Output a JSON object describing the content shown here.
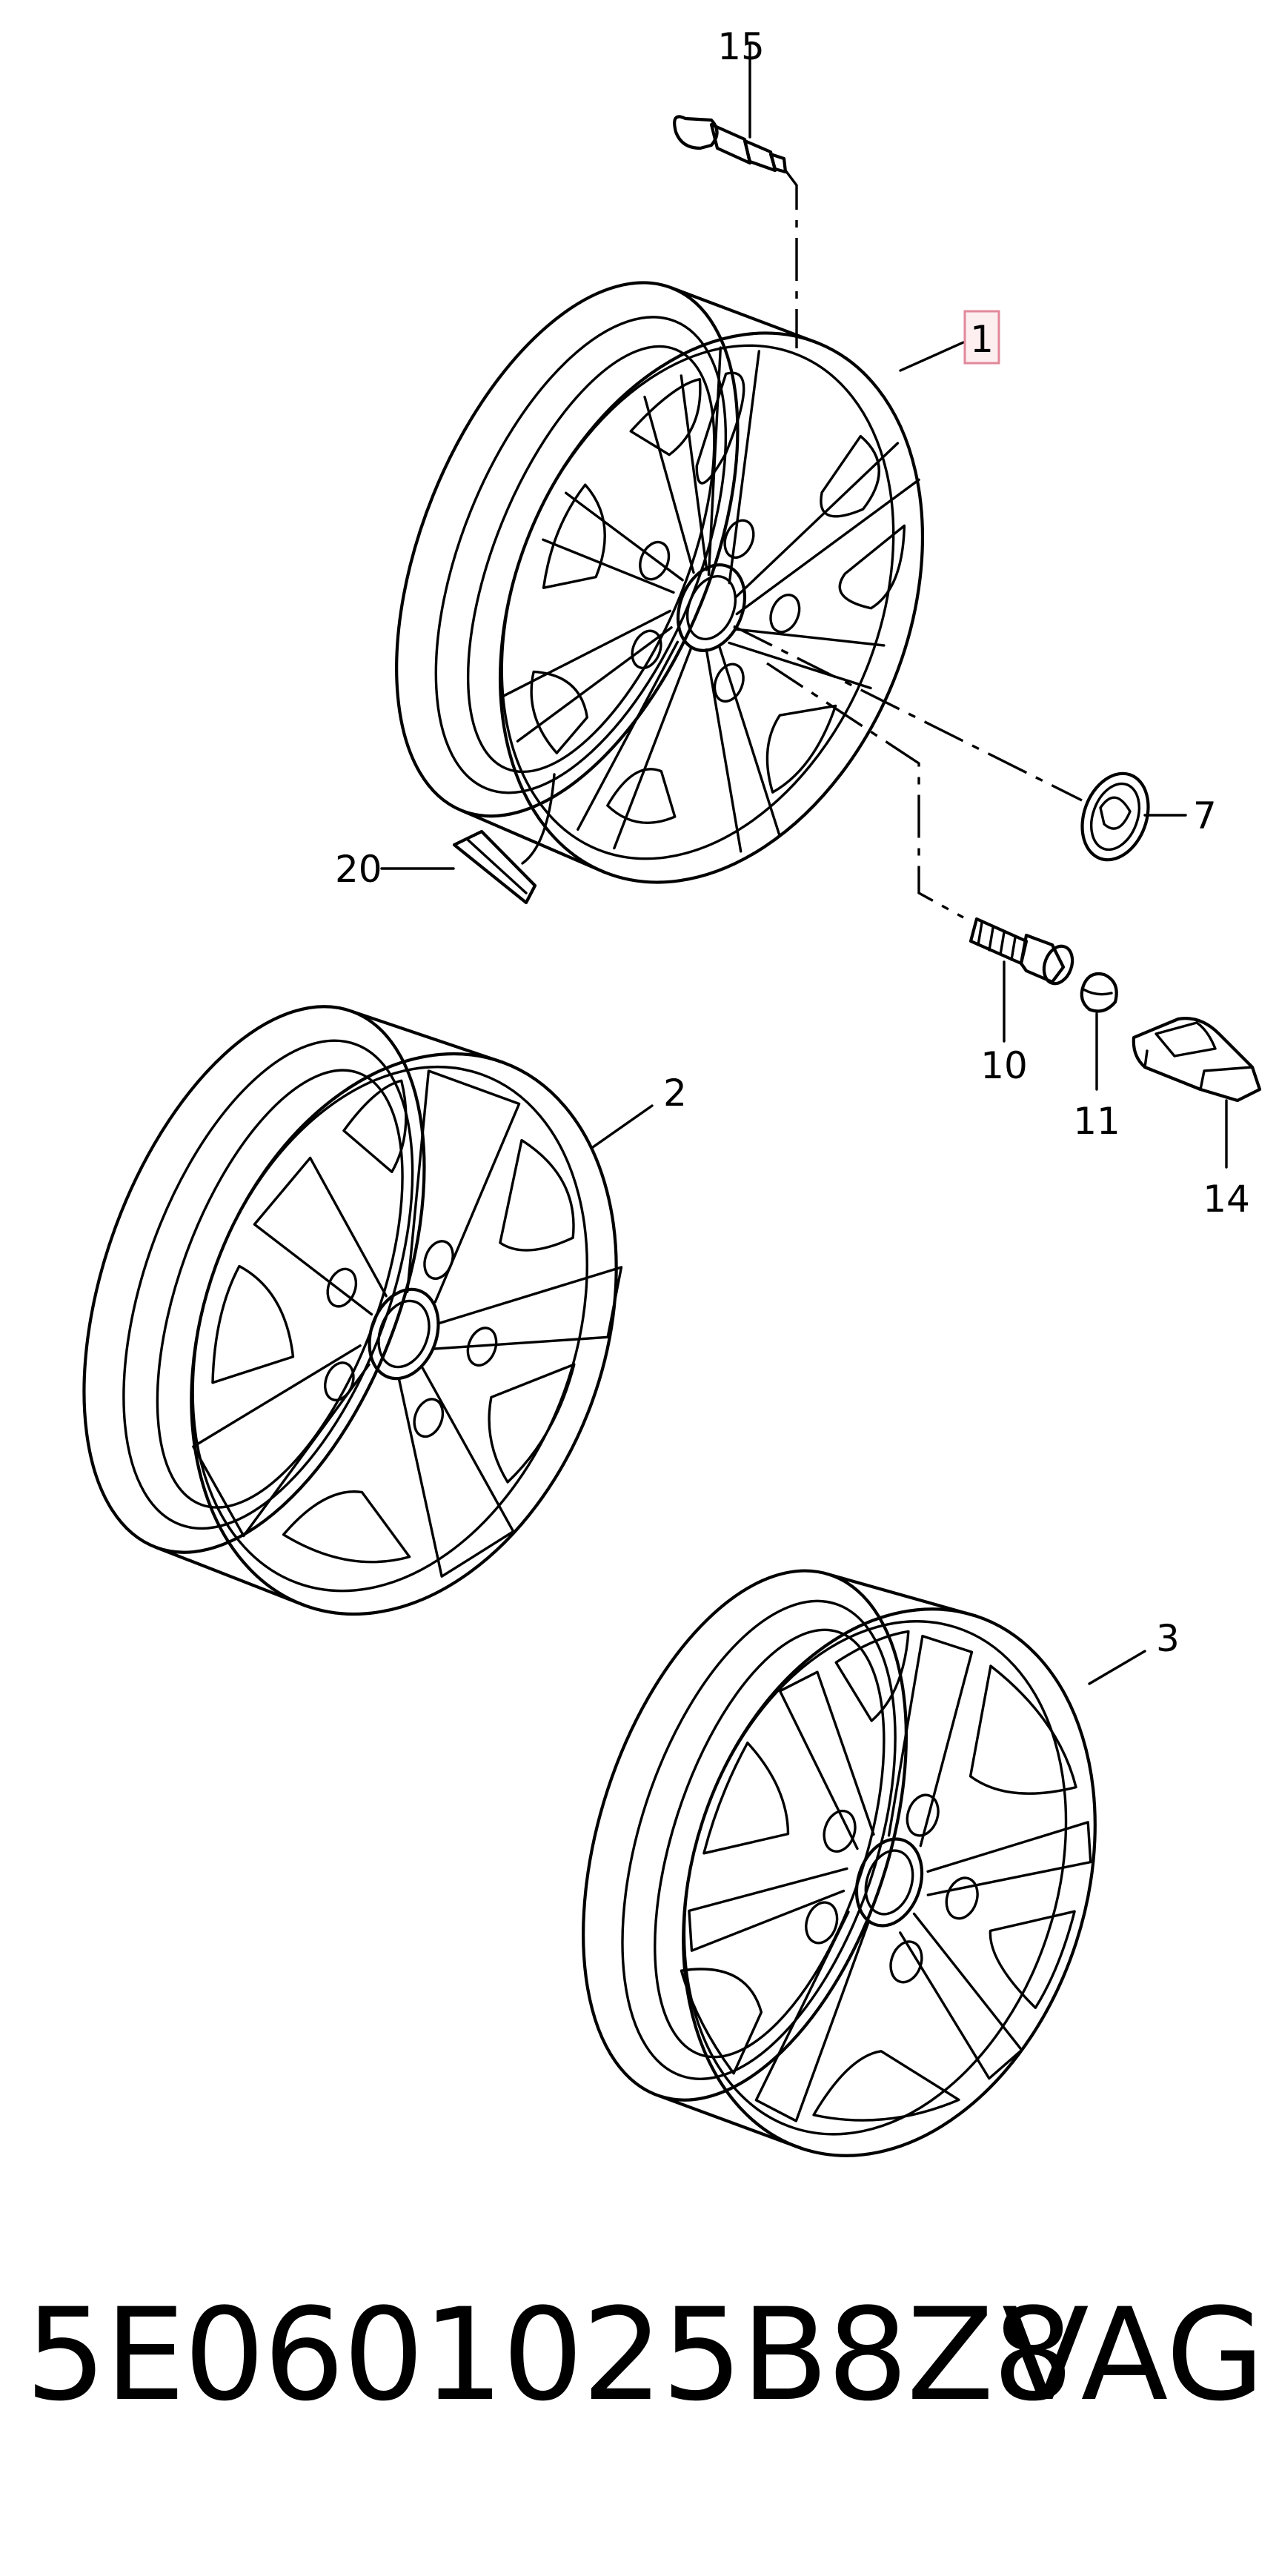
{
  "diagram": {
    "callouts": [
      {
        "id": "15",
        "label": "15"
      },
      {
        "id": "1",
        "label": "1",
        "highlighted": true
      },
      {
        "id": "7",
        "label": "7"
      },
      {
        "id": "20",
        "label": "20"
      },
      {
        "id": "10",
        "label": "10"
      },
      {
        "id": "11",
        "label": "11"
      },
      {
        "id": "14",
        "label": "14"
      },
      {
        "id": "2",
        "label": "2"
      },
      {
        "id": "3",
        "label": "3"
      }
    ],
    "highlight_color": "#e1889a"
  },
  "footer": {
    "part_number": "5E0601025B8Z8",
    "brand": "VAG"
  }
}
